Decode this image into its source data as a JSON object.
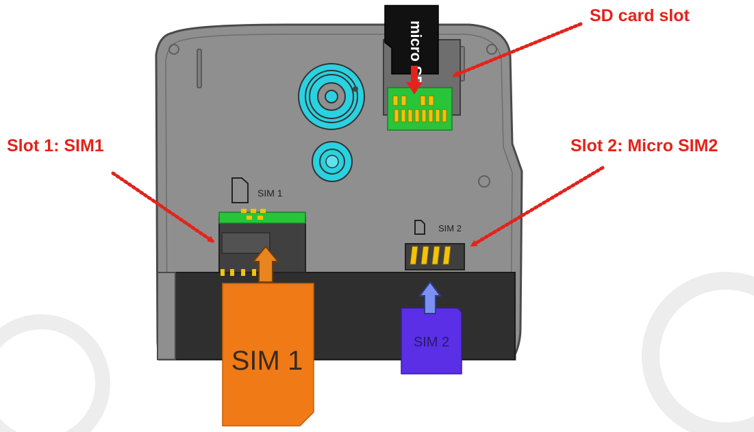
{
  "callouts": {
    "sd_card_slot": "SD card slot",
    "slot1": "Slot 1: SIM1",
    "slot2": "Slot 2: Micro SIM2"
  },
  "phone": {
    "slot1_marking": "SIM 1",
    "slot2_marking": "SIM 2",
    "sd_card_print": "micro SD"
  },
  "cards": {
    "sim1_label": "SIM 1",
    "sim2_label": "SIM 2"
  },
  "colors": {
    "callout_red": "#e3231b",
    "phone_body": "#8f8f8f",
    "phone_outline": "#4a4a4a",
    "battery_area": "#2f2f2f",
    "camera_ring": "#2ad1e0",
    "sim1_card": "#f07a16",
    "sim2_card": "#5a2fe6",
    "contact_gold": "#f3c20a",
    "pcb_green": "#28c43a",
    "insert_arrow_orange": "#e8851f",
    "insert_arrow_blue": "#7b90f2"
  },
  "icons": [
    "sim-card-outline-icon",
    "micro-sim-outline-icon",
    "insert-arrow-icon",
    "dotted-pointer-arrow-icon"
  ]
}
